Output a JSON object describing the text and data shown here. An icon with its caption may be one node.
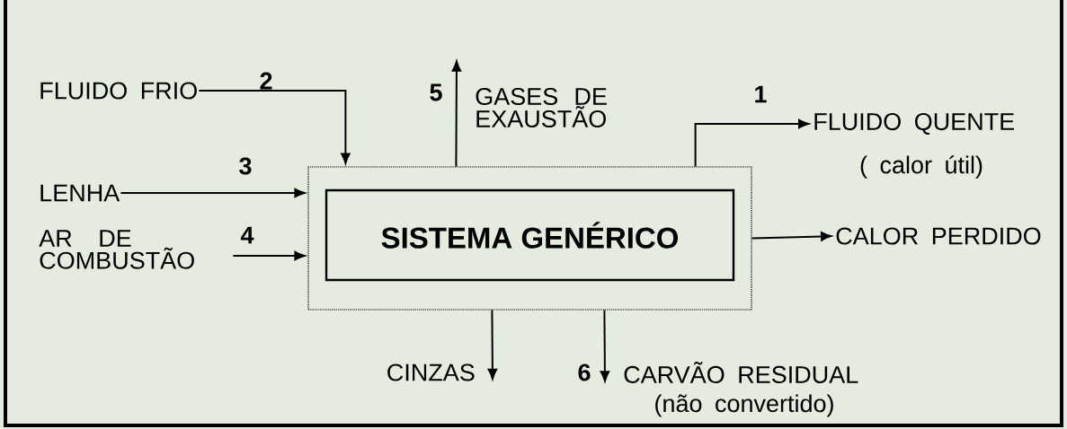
{
  "diagram": {
    "nodes": [
      {
        "text": [
          "FLUIDO FRIO"
        ]
      },
      {
        "text": [
          "GASES DE EXAUSTÃO"
        ]
      },
      {
        "text": [
          "FLUIDO QUENTE"
        ],
        "beside": [
          "( calor útil)"
        ]
      },
      {
        "text": [
          "LENHA"
        ]
      },
      {
        "text": [
          "AR DE COMBUSTÃO"
        ]
      },
      {
        "text": [],
        "shape": "box"
      },
      {
        "text": [
          "SISTEMA GENÉRICO"
        ],
        "in": 5
      },
      {
        "text": [
          "CALOR PERDIDO"
        ]
      },
      {
        "text": [
          "CINZAS"
        ]
      },
      {
        "text": [
          "CARVÃO RESIDUAL"
        ],
        "beside": [
          "(não convertido)"
        ]
      }
    ],
    "edges": [
      {
        "from": 0,
        "to": 5,
        "arrow": "to",
        "label": "2"
      },
      {
        "from": 3,
        "to": 5,
        "arrow": "to",
        "label": "3"
      },
      {
        "from": 4,
        "to": 5,
        "arrow": "to",
        "label": "4"
      },
      {
        "from": 5,
        "to": 1,
        "arrow": "to",
        "label": "5"
      },
      {
        "from": 5,
        "to": 2,
        "arrow": "to",
        "label": "1"
      },
      {
        "from": 5,
        "to": 7,
        "arrow": "to"
      },
      {
        "from": 5,
        "to": 8,
        "arrow": "to"
      },
      {
        "from": 5,
        "to": 9,
        "arrow": "to",
        "label": "6"
      }
    ]
  }
}
